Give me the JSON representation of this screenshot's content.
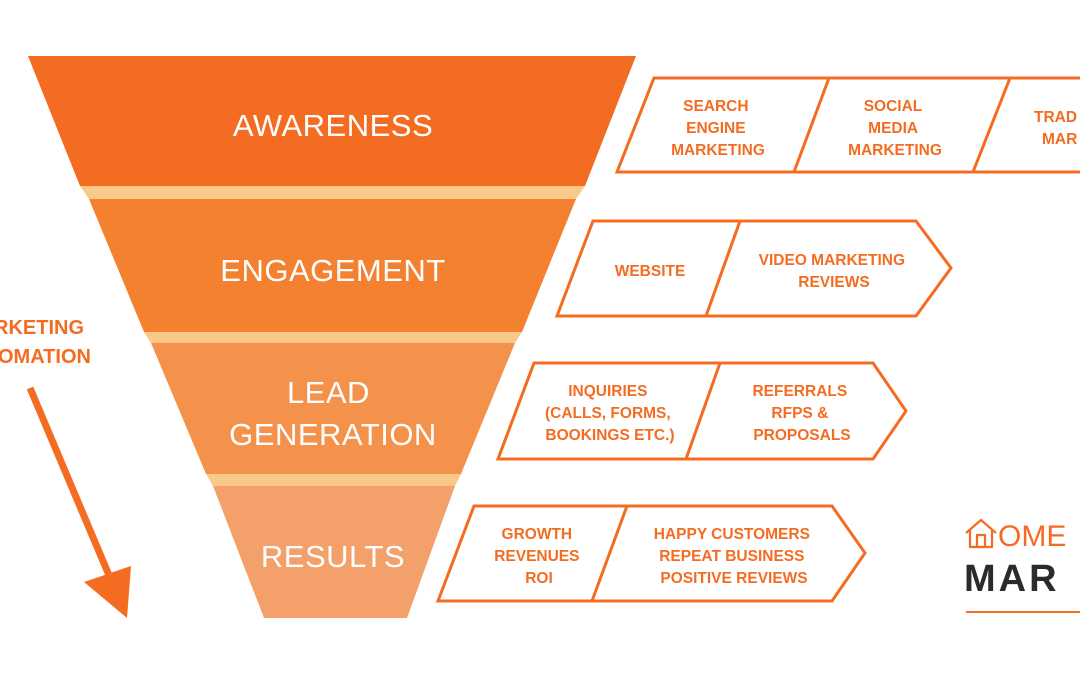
{
  "funnel": {
    "stages": [
      {
        "label_lines": [
          "AWARENESS"
        ],
        "color": "#f36c21",
        "channels": [
          [
            "SEARCH",
            "ENGINE",
            "MARKETING"
          ],
          [
            "SOCIAL",
            "MEDIA",
            "MARKETING"
          ],
          [
            "TRAD",
            "MAR"
          ]
        ]
      },
      {
        "label_lines": [
          "ENGAGEMENT"
        ],
        "color": "#f4812f",
        "channels": [
          [
            "WEBSITE"
          ],
          [
            "VIDEO MARKETING",
            "REVIEWS"
          ]
        ]
      },
      {
        "label_lines": [
          "LEAD",
          "GENERATION"
        ],
        "color": "#f4924b",
        "channels": [
          [
            "INQUIRIES",
            "(CALLS, FORMS,",
            "BOOKINGS ETC.)"
          ],
          [
            "REFERRALS",
            "RFPS &",
            "PROPOSALS"
          ]
        ]
      },
      {
        "label_lines": [
          "RESULTS"
        ],
        "color": "#f4a06b",
        "channels": [
          [
            "GROWTH",
            "REVENUES",
            "ROI"
          ],
          [
            "HAPPY CUSTOMERS",
            "REPEAT BUSINESS",
            "POSITIVE REVIEWS"
          ]
        ]
      }
    ],
    "separator_color": "#f9c98a"
  },
  "side_label": {
    "lines": [
      "RKETING",
      "OMATION"
    ]
  },
  "logo": {
    "top_text": "OME",
    "bottom_text": "MAR",
    "icon": "house-icon"
  },
  "colors": {
    "accent": "#f36c21",
    "dark": "#2b2b2b"
  }
}
